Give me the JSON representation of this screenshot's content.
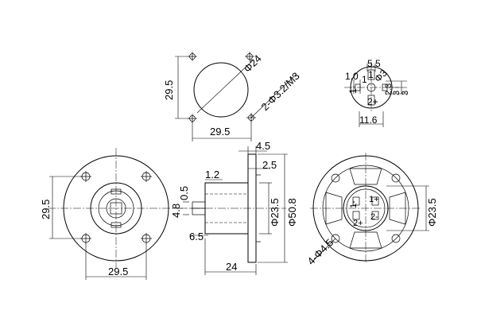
{
  "drawing": {
    "cutout": {
      "dim_height": "29.5",
      "dim_width": "29.5",
      "dim_diameter": "Φ24",
      "dim_holes": "2-Φ3.2/M3"
    },
    "terminal": {
      "dim_top": "5.5",
      "dim_left": "1.0",
      "dim_top_inner": "1",
      "dim_diameter": "Φ3",
      "dim_side": "1",
      "dim_right_a": "2.3",
      "dim_right_b": "3",
      "dim_right_c": "3",
      "dim_bottom": "11.6",
      "label_pin_top": "1-",
      "label_pin_bottom": "2+"
    },
    "front_view": {
      "dim_height": "29.5",
      "dim_width": "29.5",
      "dim_small": "4.8"
    },
    "side_view": {
      "dim_flange": "4.5",
      "dim_step": "2.5",
      "dim_tab": "1.2",
      "dim_gap": "0.5",
      "dim_pin": "6.5",
      "dim_length": "24",
      "dim_inner_diameter": "Φ23.5",
      "dim_outer_diameter": "Φ50.8"
    },
    "rear_view": {
      "dim_diameter": "Φ23.5",
      "dim_holes": "4-Φ4.5",
      "label_pin1": "1-",
      "label_pin2": "1+",
      "label_pin3": "2-",
      "label_pin4": "2+"
    }
  }
}
